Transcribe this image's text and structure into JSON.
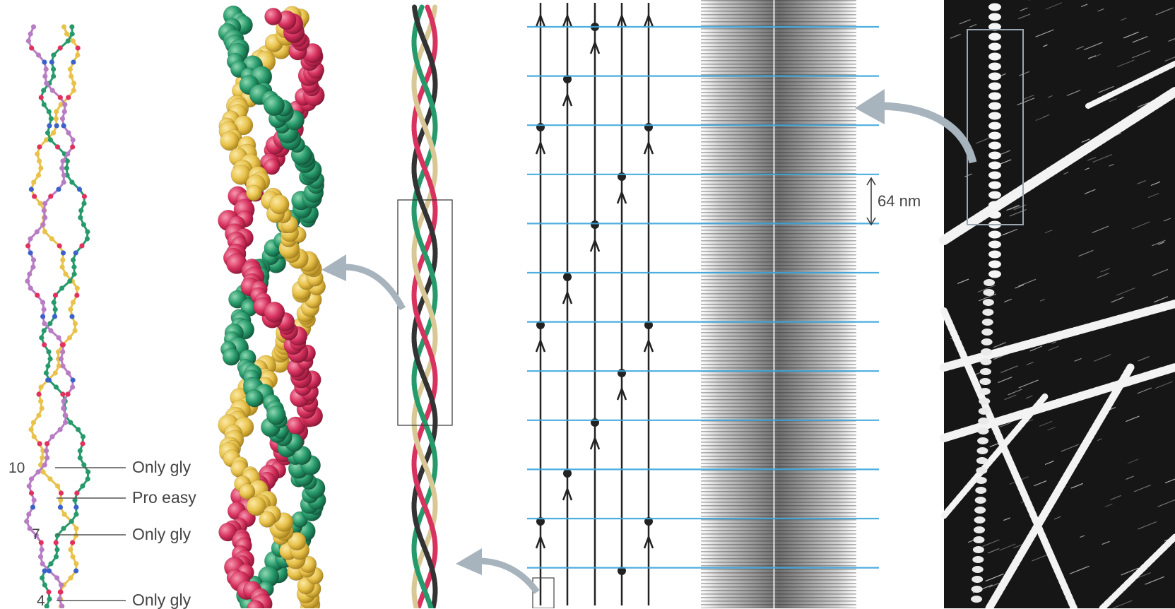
{
  "residue_labels": {
    "n10": "10",
    "n7": "7",
    "n4": "4"
  },
  "annotations": {
    "a1": "Only gly",
    "a2": "Pro easy",
    "a3": "Only gly",
    "a4": "Only gly"
  },
  "scale_label": "64 nm",
  "colors": {
    "chain_pink": "#d8325e",
    "chain_yellow": "#e8c24a",
    "chain_green": "#279a6b",
    "chain_tan": "#d9c896",
    "band_blue": "#3aa6dc",
    "arrow_gray": "#a7b3bd"
  }
}
